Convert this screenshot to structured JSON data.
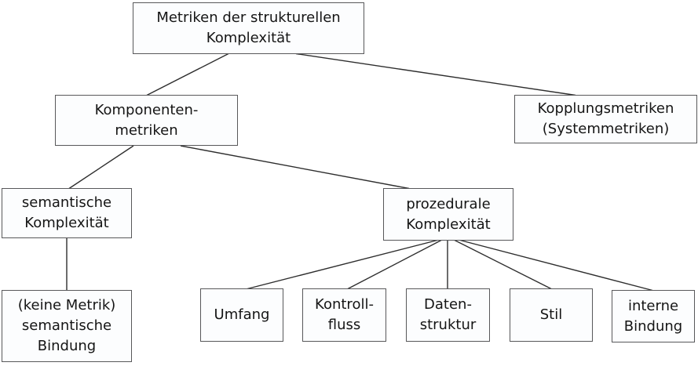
{
  "diagram": {
    "type": "tree",
    "language": "de",
    "colors": {
      "background": "#ffffff",
      "box_fill": "#fcfdfe",
      "box_border": "#58585a",
      "edge_line": "#2d2d2d",
      "text": "#151515"
    },
    "nodes": {
      "root": {
        "lines": [
          "Metriken der strukturellen",
          "Komplexität"
        ]
      },
      "komponenten": {
        "lines": [
          "Komponenten-",
          "metriken"
        ]
      },
      "kopplung": {
        "lines": [
          "Kopplungsmetriken",
          "(Systemmetriken)"
        ]
      },
      "semantische": {
        "lines": [
          "semantische",
          "Komplexität"
        ]
      },
      "prozedurale": {
        "lines": [
          "prozedurale",
          "Komplexität"
        ]
      },
      "keine_metrik": {
        "lines": [
          "(keine Metrik)",
          "semantische",
          "Bindung"
        ]
      },
      "umfang": {
        "lines": [
          "Umfang"
        ]
      },
      "kontrollfluss": {
        "lines": [
          "Kontroll-",
          "fluss"
        ]
      },
      "datenstruktur": {
        "lines": [
          "Daten-",
          "struktur"
        ]
      },
      "stil": {
        "lines": [
          "Stil"
        ]
      },
      "interne_bindung": {
        "lines": [
          "interne",
          "Bindung"
        ]
      }
    },
    "edges": [
      {
        "from": "root",
        "to": "komponenten"
      },
      {
        "from": "root",
        "to": "kopplung"
      },
      {
        "from": "komponenten",
        "to": "semantische"
      },
      {
        "from": "komponenten",
        "to": "prozedurale"
      },
      {
        "from": "semantische",
        "to": "keine_metrik"
      },
      {
        "from": "prozedurale",
        "to": "umfang"
      },
      {
        "from": "prozedurale",
        "to": "kontrollfluss"
      },
      {
        "from": "prozedurale",
        "to": "datenstruktur"
      },
      {
        "from": "prozedurale",
        "to": "stil"
      },
      {
        "from": "prozedurale",
        "to": "interne_bindung"
      }
    ]
  }
}
